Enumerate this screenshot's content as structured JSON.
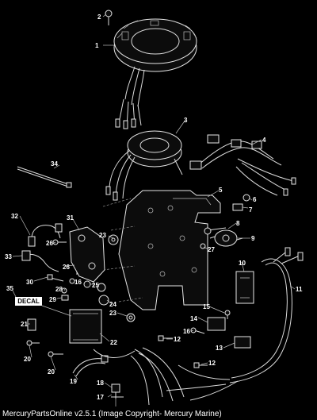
{
  "diagram": {
    "labels": [
      "1",
      "2",
      "3",
      "4",
      "5",
      "6",
      "7",
      "8",
      "9",
      "10",
      "11",
      "12",
      "12",
      "13",
      "14",
      "15",
      "16",
      "16",
      "17",
      "18",
      "19",
      "20",
      "20",
      "21",
      "22",
      "23",
      "23",
      "24",
      "25",
      "26",
      "26",
      "27",
      "28",
      "29",
      "30",
      "31",
      "32",
      "33",
      "34",
      "35"
    ]
  },
  "decal": {
    "text": "DECAL"
  },
  "footer": {
    "text": "MercuryPartsOnline v2.5.1 (Image Copyright- Mercury Marine)"
  }
}
